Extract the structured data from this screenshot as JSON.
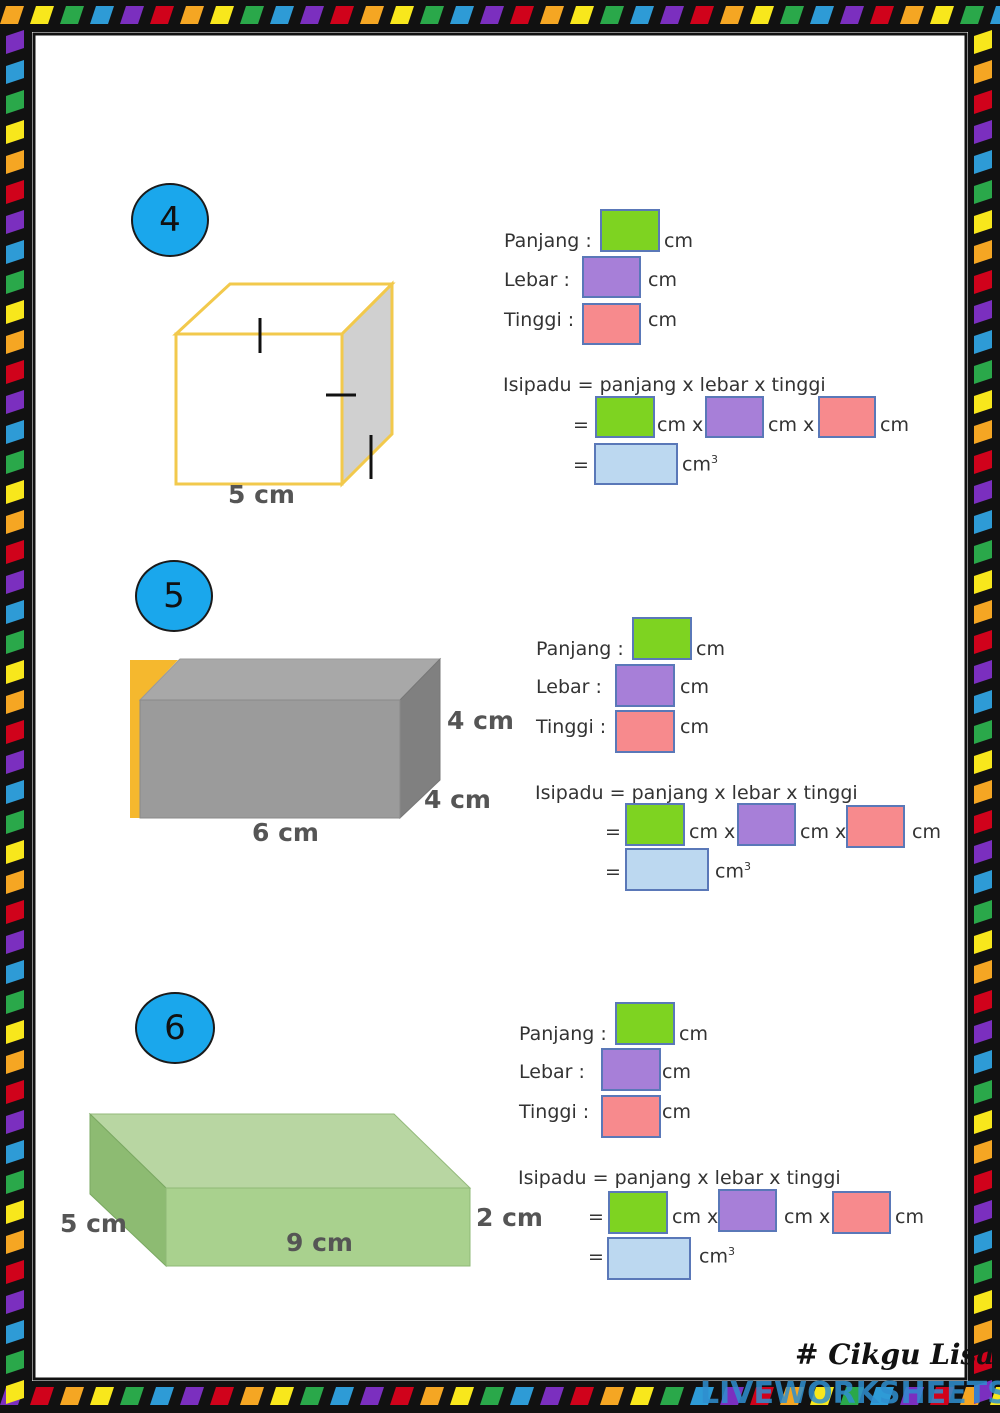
{
  "border_colors": [
    "#f5a623",
    "#d0021b",
    "#7b2fbf",
    "#2e9bd6",
    "#2aa84a",
    "#f8e71c"
  ],
  "questions": [
    {
      "number": "4",
      "panjang_label": "Panjang :",
      "lebar_label": "Lebar :",
      "tinggi_label": "Tinggi :",
      "unit": "cm",
      "unit_x": "cm x",
      "unit_cube": "cm",
      "formula": "Isipadu  =  panjang x lebar x tinggi",
      "equals": "=",
      "dims": [
        "5 cm"
      ]
    },
    {
      "number": "5",
      "panjang_label": "Panjang :",
      "lebar_label": "Lebar :",
      "tinggi_label": "Tinggi :",
      "unit": "cm",
      "unit_x": "cm x",
      "unit_cube": "cm",
      "formula": "Isipadu  =  panjang x lebar x tinggi",
      "equals": "=",
      "dims": [
        "4 cm",
        "4 cm",
        "6 cm"
      ]
    },
    {
      "number": "6",
      "panjang_label": "Panjang :",
      "lebar_label": "Lebar :",
      "tinggi_label": "Tinggi :",
      "unit": "cm",
      "unit_x": "cm x",
      "unit_cube": "cm",
      "formula": "Isipadu  =  panjang x lebar x tinggi",
      "equals": "=",
      "dims": [
        "5 cm",
        "9 cm",
        "2 cm"
      ]
    }
  ],
  "answer_colors": {
    "panjang": "#7ed321",
    "lebar": "#a77fd8",
    "tinggi": "#f78a8d",
    "result": "#bcd8f0"
  },
  "signature": "# Cikgu Lisa",
  "watermark": "LIVEWORKSHEETS"
}
